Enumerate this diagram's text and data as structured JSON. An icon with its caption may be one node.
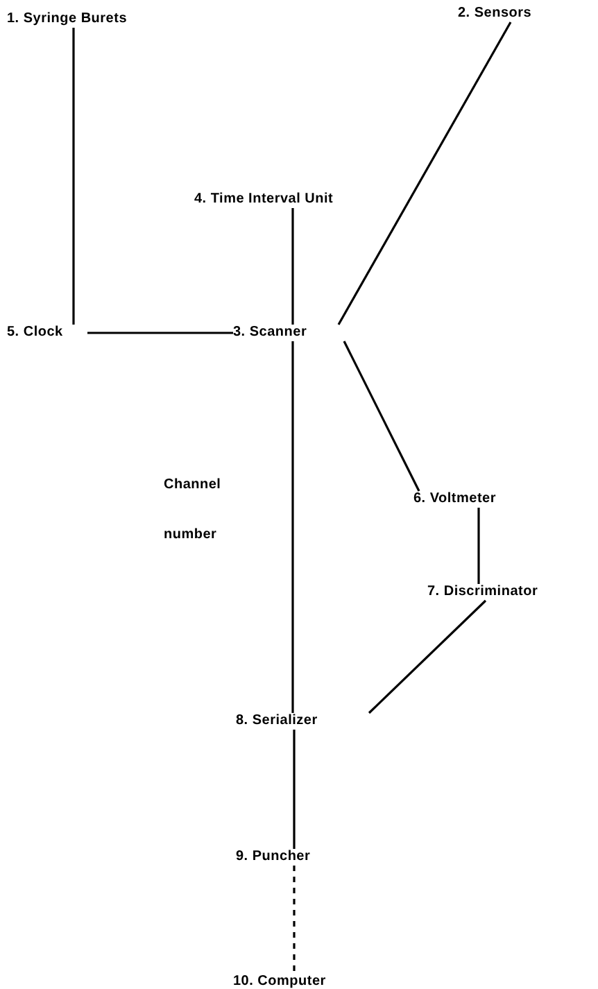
{
  "diagram": {
    "nodes": [
      {
        "text": [
          "1. Syringe Burets"
        ]
      },
      {
        "text": [
          "2. Sensors"
        ]
      },
      {
        "text": [
          "4. Time Interval Unit"
        ]
      },
      {
        "text": [
          "5. Clock"
        ]
      },
      {
        "text": [
          "3. Scanner"
        ]
      },
      {
        "text": [
          "6. Voltmeter"
        ]
      },
      {
        "text": [
          "7. Discriminator"
        ]
      },
      {
        "text": [
          "8. Serializer"
        ]
      },
      {
        "text": [
          "9. Puncher"
        ]
      },
      {
        "text": [
          "10. Computer"
        ]
      }
    ],
    "edges": [
      {
        "from": 0,
        "to": 3,
        "arrow": "none"
      },
      {
        "from": 3,
        "to": 4,
        "arrow": "none"
      },
      {
        "from": 2,
        "to": 4,
        "arrow": "none"
      },
      {
        "from": 1,
        "to": 4,
        "arrow": "none"
      },
      {
        "from": 4,
        "to": 5,
        "arrow": "none"
      },
      {
        "from": 5,
        "to": 6,
        "arrow": "none"
      },
      {
        "from": 6,
        "to": 7,
        "arrow": "none"
      },
      {
        "from": 4,
        "to": 7,
        "arrow": "none"
      },
      {
        "from": 7,
        "to": 8,
        "arrow": "none"
      },
      {
        "from": 8,
        "to": 9,
        "arrow": "none",
        "style": "dashed"
      }
    ],
    "labels": [
      "Channel number"
    ]
  }
}
